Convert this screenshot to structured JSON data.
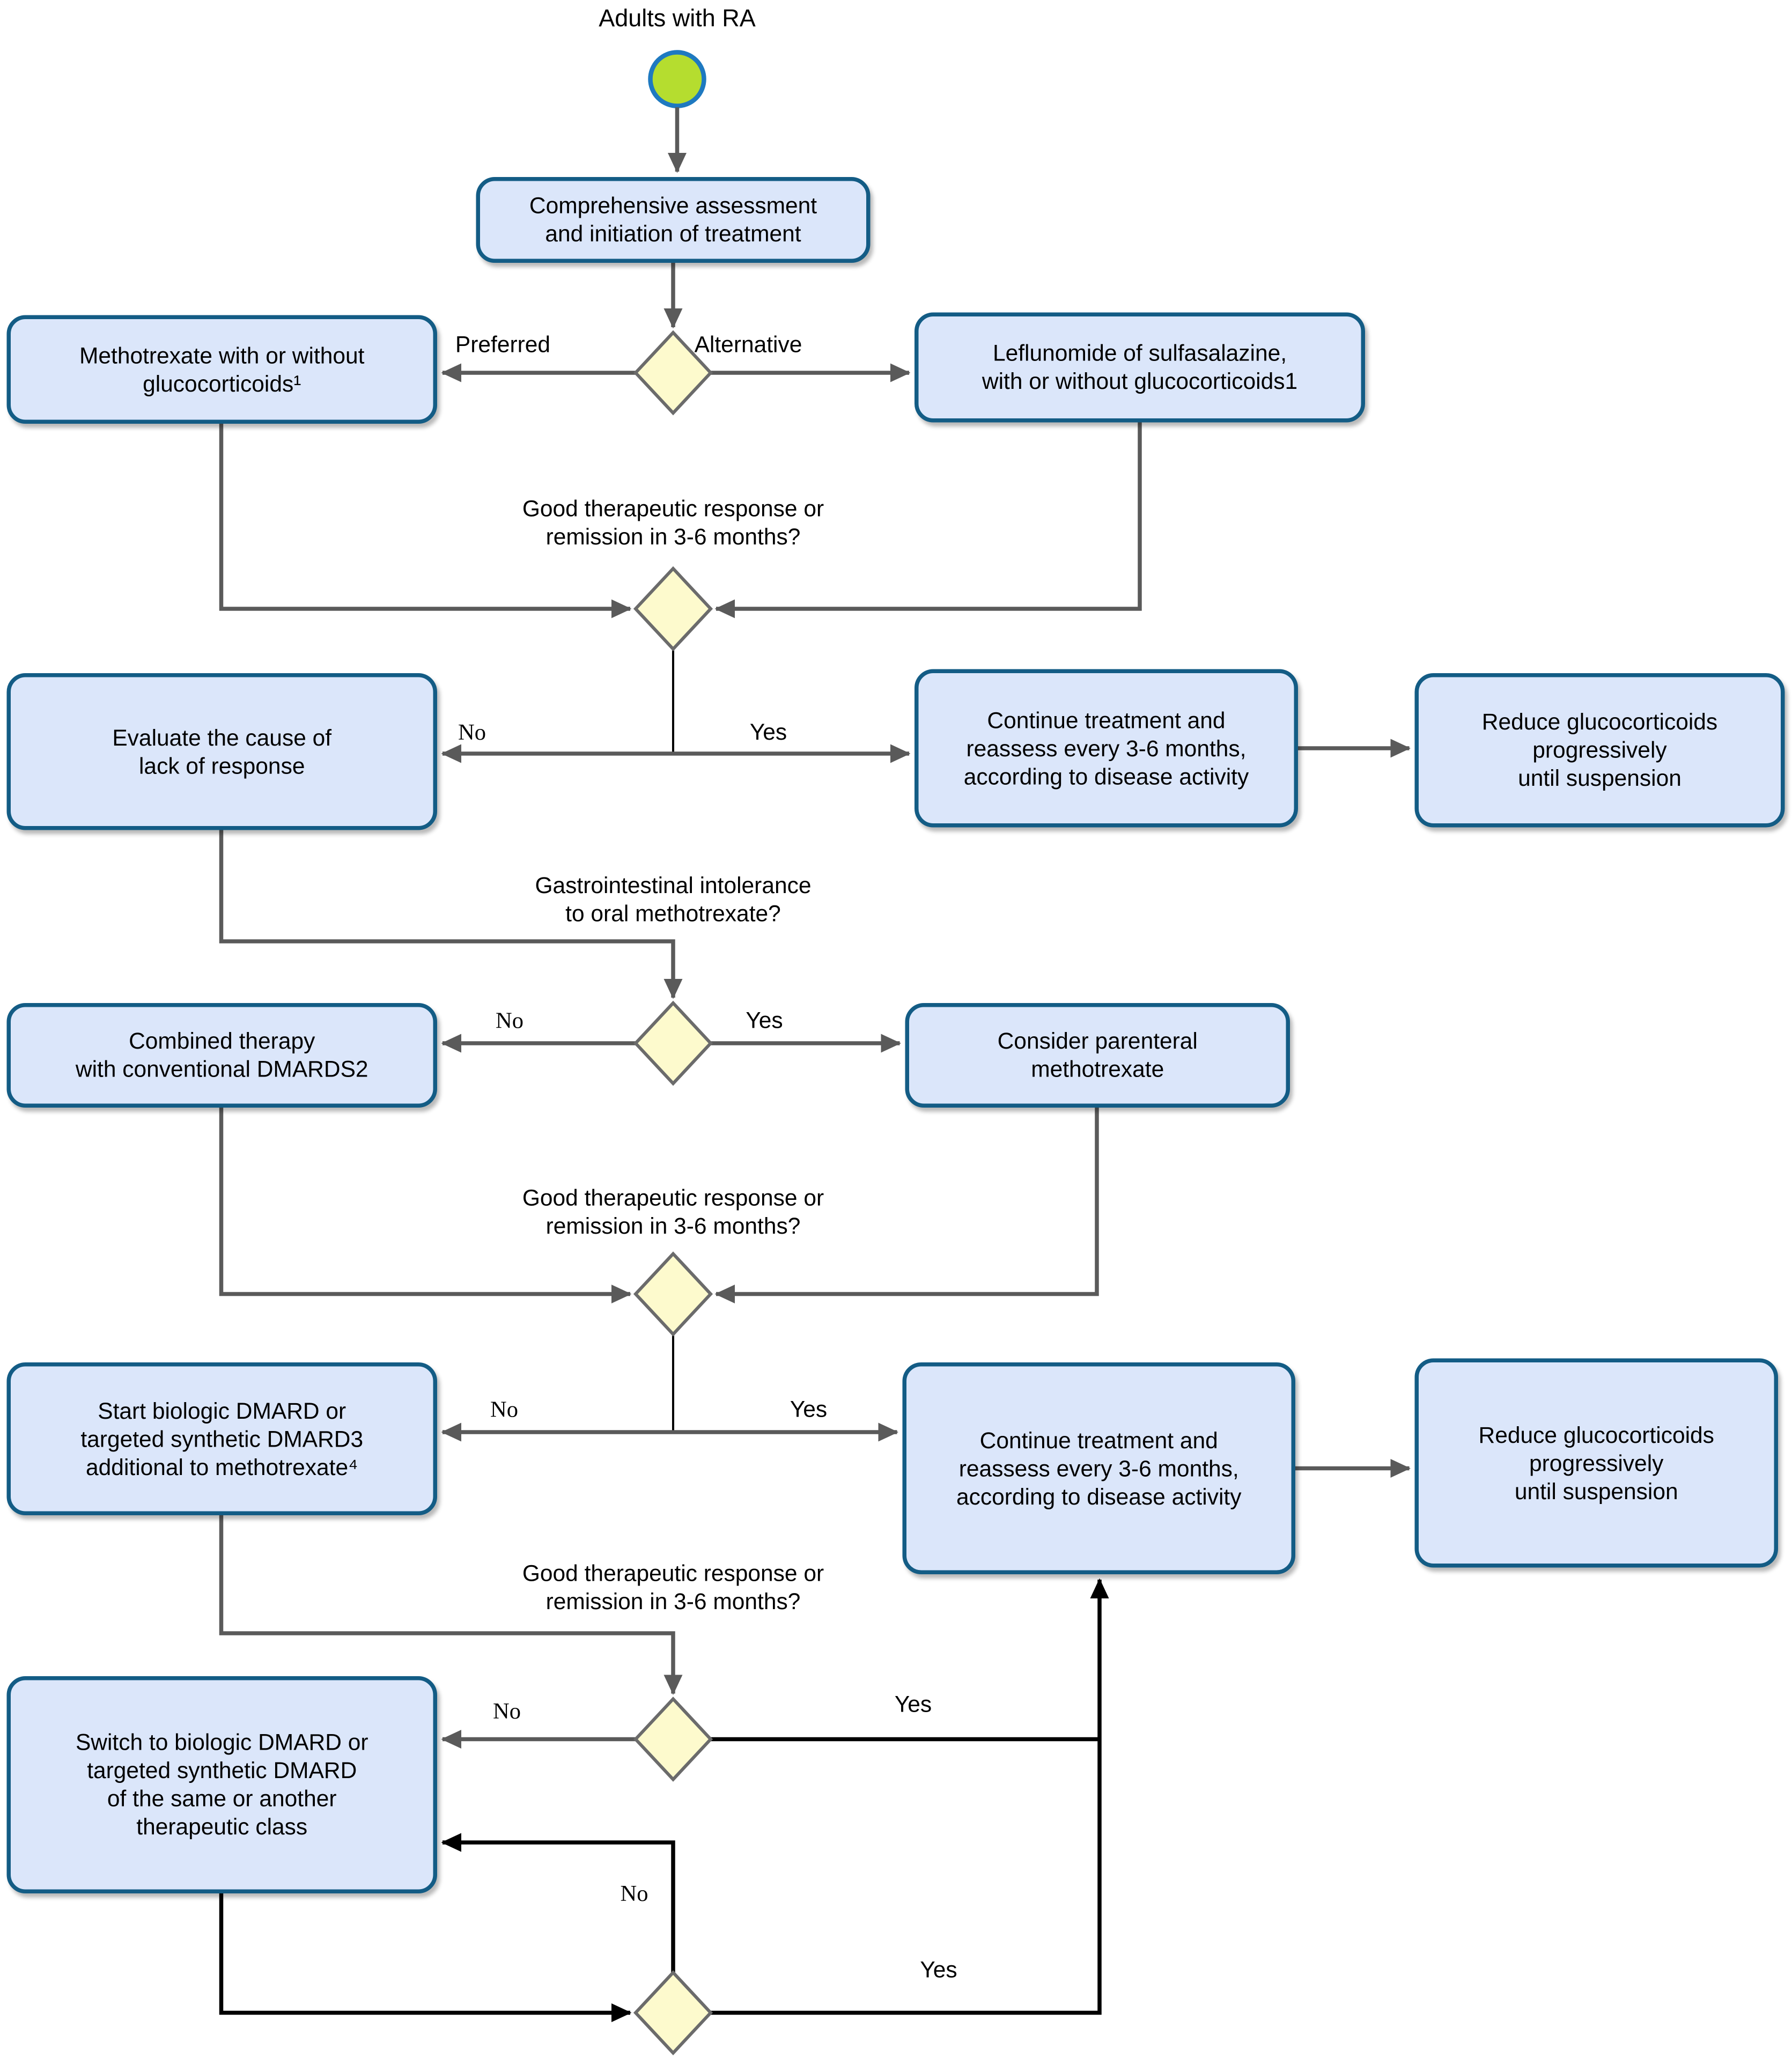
{
  "diagram_title": "Adults with RA",
  "colors": {
    "box_fill": "#dbe6fa",
    "box_stroke": "#135c85",
    "diamond_fill": "#fdfacd",
    "diamond_stroke": "#6b6b6b",
    "circle_fill": "#b5dd2f",
    "circle_stroke": "#1e79c0",
    "line_gray": "#5a5a5a",
    "line_black": "#000000"
  },
  "nodes": {
    "comprehensive": "Comprehensive assessment\nand initiation of treatment",
    "methotrexate": "Methotrexate with or without\nglucocorticoids¹",
    "leflunomide": "Leflunomide of sulfasalazine,\nwith or without glucocorticoids1",
    "evaluate": "Evaluate the cause of\nlack of response",
    "continue_1": "Continue treatment and\nreassess every 3-6 months,\naccording to disease activity",
    "reduce_1": "Reduce glucocorticoids\nprogressively\nuntil suspension",
    "combined": "Combined therapy\nwith conventional DMARDS2",
    "parenteral": "Consider parenteral\nmethotrexate",
    "start_biologic": "Start biologic DMARD or\ntargeted synthetic DMARD3\nadditional to methotrexate⁴",
    "continue_2": "Continue treatment and\nreassess every 3-6 months,\naccording to disease activity",
    "reduce_2": "Reduce glucocorticoids\nprogressively\nuntil suspension",
    "switch_dmard": "Switch to biologic DMARD or\ntargeted synthetic DMARD\nof the same or another\ntherapeutic class"
  },
  "questions": {
    "response": "Good therapeutic response or\nremission in 3-6 months?",
    "gi_intolerance": "Gastrointestinal intolerance\nto oral methotrexate?"
  },
  "edge_labels": {
    "preferred": "Preferred",
    "alternative": "Alternative",
    "yes": "Yes",
    "no": "No"
  }
}
